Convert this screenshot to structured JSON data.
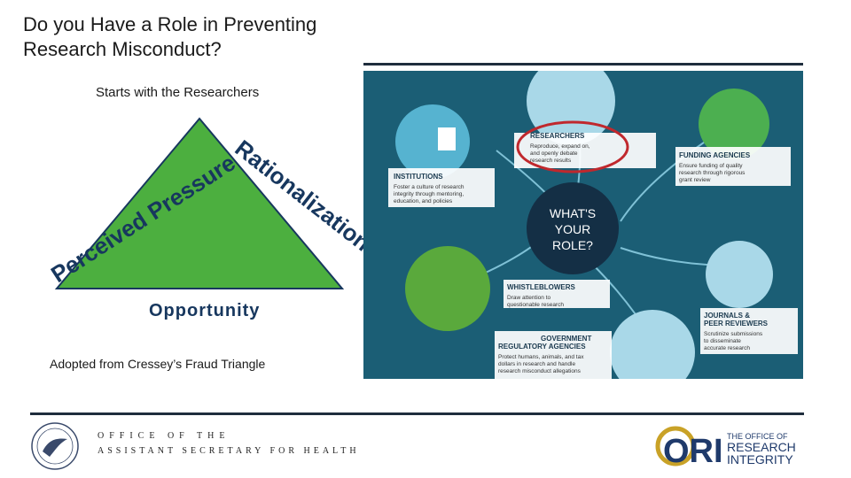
{
  "slide": {
    "title": "Do you Have a Role in Preventing Research Misconduct?",
    "subtitle": "Starts with the Researchers",
    "triangle": {
      "left_label": "Perceived Pressure",
      "right_label": "Rationalization",
      "bottom_label": "Opportunity"
    },
    "caption": "Adopted from Cressey’s Fraud Triangle"
  },
  "infographic": {
    "center": [
      "WHAT'S",
      "YOUR",
      "ROLE?"
    ],
    "researchers": {
      "title": "RESEARCHERS",
      "desc": [
        "Reproduce, expand on,",
        "and openly debate",
        "research results"
      ]
    },
    "institutions": {
      "title": "INSTITUTIONS",
      "desc": [
        "Foster a culture of research",
        "integrity through mentoring,",
        "education, and policies"
      ]
    },
    "funding": {
      "title": "FUNDING AGENCIES",
      "desc": [
        "Ensure funding of quality",
        "research through rigorous",
        "grant review"
      ]
    },
    "whistleblowers": {
      "title": "WHISTLEBLOWERS",
      "desc": [
        "Draw attention to",
        "questionable research"
      ]
    },
    "government": {
      "title": [
        "GOVERNMENT",
        "REGULATORY AGENCIES"
      ],
      "desc": [
        "Protect humans, animals, and tax",
        "dollars in research and handle",
        "research misconduct allegations"
      ]
    },
    "journals": {
      "title": [
        "JOURNALS &",
        "PEER REVIEWERS"
      ],
      "desc": [
        "Scrutinize submissions",
        "to disseminate",
        "accurate research"
      ]
    }
  },
  "footer": {
    "office_line1": "OFFICE OF THE",
    "office_line2": "ASSISTANT SECRETARY FOR HEALTH",
    "ori_logo_lines": [
      "THE OFFICE OF",
      "RESEARCH",
      "INTEGRITY"
    ],
    "ori_letters": "ORI"
  },
  "colors": {
    "triangle_fill": "#4caf3f",
    "triangle_stroke": "#17375e",
    "label_color": "#17375e",
    "infographic_bg": "#1b5e75",
    "center_circle": "#142f45",
    "highlight_ring": "#c0282d"
  }
}
